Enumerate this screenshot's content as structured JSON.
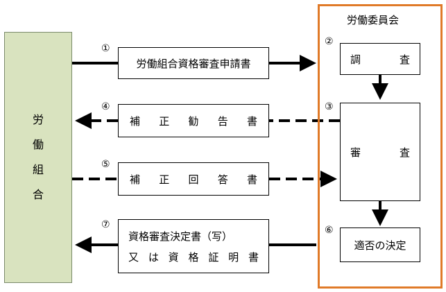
{
  "union": {
    "chars": [
      "労",
      "働",
      "組",
      "合"
    ]
  },
  "committee": {
    "title": "労働委員会",
    "investigation": {
      "num": "②",
      "chars": [
        "調",
        "査"
      ]
    },
    "review": {
      "num": "③",
      "chars": [
        "審",
        "査"
      ]
    },
    "decision": {
      "num": "⑥",
      "label": "適否の決定"
    }
  },
  "steps": [
    {
      "num": "①",
      "label": "労働組合資格審査申請書"
    },
    {
      "num": "④",
      "chars": [
        "補",
        "正",
        "勧",
        "告",
        "書"
      ]
    },
    {
      "num": "⑤",
      "chars": [
        "補",
        "正",
        "回",
        "答",
        "書"
      ]
    },
    {
      "num": "⑦",
      "line1": "資格審査決定書（写）",
      "line2_chars": [
        "又",
        "は",
        "資",
        "格",
        "証",
        "明",
        "書"
      ]
    }
  ]
}
